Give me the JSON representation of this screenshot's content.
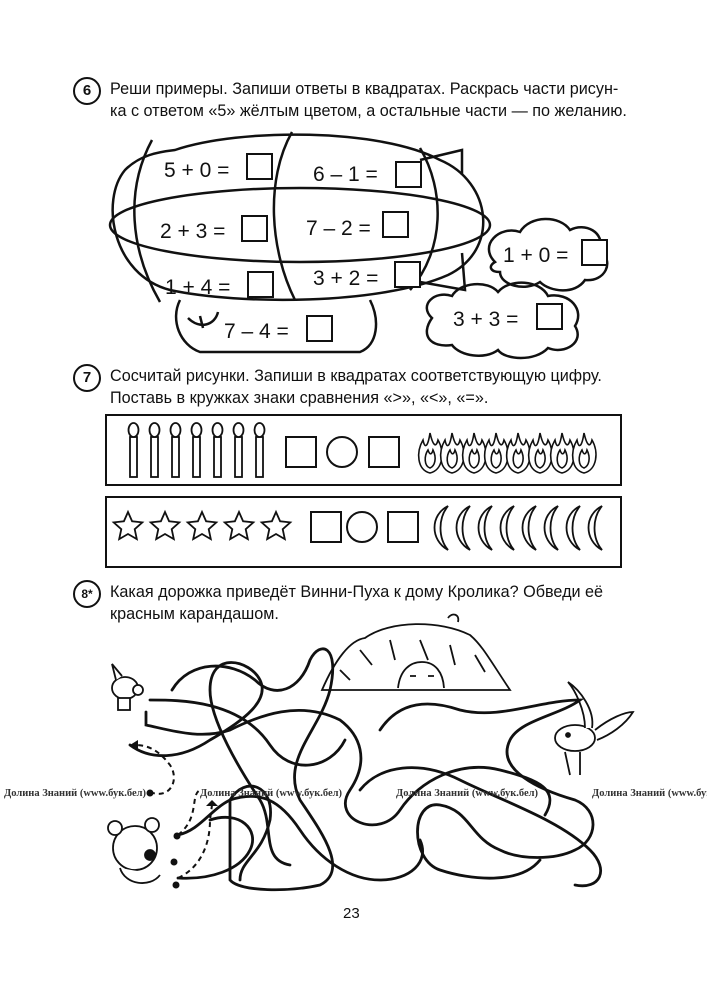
{
  "task6": {
    "number": "6",
    "text_line1": "Реши примеры. Запиши ответы в квадратах. Раскрась части рисун-",
    "text_line2": "ка с ответом «5» жёлтым цветом, а остальные части — по желанию.",
    "equations": [
      "5 + 0 =",
      "6 – 1 =",
      "2 + 3 =",
      "7 – 2 =",
      "1 + 4 =",
      "3 + 2 =",
      "7 – 4 =",
      "1 + 0 =",
      "3 + 3 ="
    ]
  },
  "task7": {
    "number": "7",
    "text_line1": "Сосчитай рисунки. Запиши в квадратах соответствующую цифру.",
    "text_line2": "Поставь в кружках знаки сравнения «>», «<», «=».",
    "row1": {
      "left_items": "matches",
      "left_count": 7,
      "right_items": "flames",
      "right_count": 8
    },
    "row2": {
      "left_items": "stars",
      "left_count": 5,
      "right_items": "crescents",
      "right_count": 8
    }
  },
  "task8": {
    "number": "8*",
    "text_line1": "Какая дорожка приведёт Винни-Пуха к дому Кролика? Обведи её",
    "text_line2": "красным карандашом."
  },
  "watermarks": [
    "Долина Знаний (www.бук.бел)",
    "Долина Знаний (www.бук.бел)",
    "Долина Знаний (www.бук.бел)",
    "Долина Знаний (www.бук.бел)"
  ],
  "page_number": "23"
}
